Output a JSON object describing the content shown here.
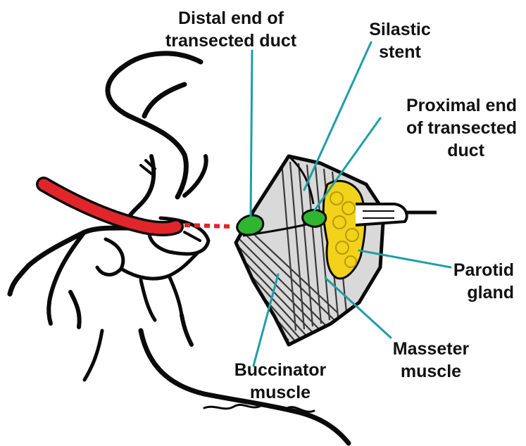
{
  "labels": {
    "distal_line1": "Distal end of",
    "distal_line2": "transected duct",
    "stent_line1": "Silastic",
    "stent_line2": "stent",
    "proximal_line1": "Proximal end",
    "proximal_line2": "of transected",
    "proximal_line3": "duct",
    "parotid_line1": "Parotid",
    "parotid_line2": "gland",
    "masseter_line1": "Masseter",
    "masseter_line2": "muscle",
    "buccinator_line1": "Buccinator",
    "buccinator_line2": "muscle"
  },
  "colors": {
    "leader_lines": "#1f9ea6",
    "stent": "#e0262a",
    "duct_ends": "#2fb52f",
    "parotid_gland": "#f2d21a",
    "ink": "#0a0a0a"
  },
  "icons": {
    "face_outline": "face-outline-icon",
    "retractor": "retractor-icon"
  }
}
